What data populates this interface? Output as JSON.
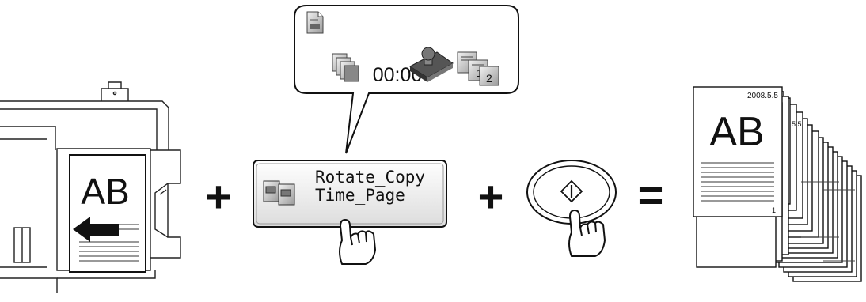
{
  "scanner": {
    "original_text": "AB"
  },
  "operators": {
    "plus_1": "+",
    "plus_2": "+",
    "equals": "="
  },
  "button": {
    "line1": "Rotate_Copy",
    "line2": "Time_Page"
  },
  "balloon": {
    "time_text": "00:00"
  },
  "output": {
    "stamp_date": "2008.5.5",
    "second_date": "5.5",
    "text": "AB",
    "page_number": "1"
  }
}
